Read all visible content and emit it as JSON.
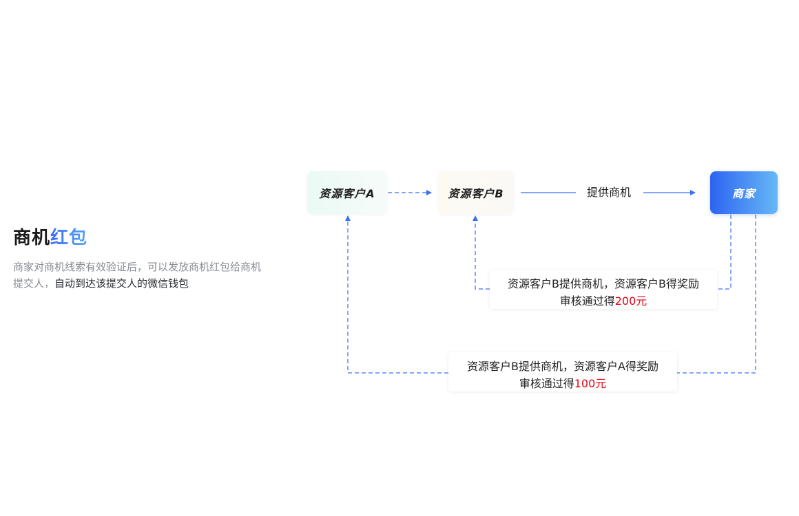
{
  "intro": {
    "title_main": "商机",
    "title_accent": "红包",
    "desc_line": "商家对商机线索有效验证后，可以发放商机红包给商机提交人，",
    "desc_strong": "自动到达该提交人的微信钱包"
  },
  "nodes": {
    "customer_a": "资源客户A",
    "customer_b": "资源客户B",
    "merchant": "商家"
  },
  "flow_label": "提供商机",
  "rewards": {
    "b": {
      "line1": "资源客户B提供商机，资源客户B得奖励",
      "line2_prefix": "审核通过得",
      "amount": "200元"
    },
    "a": {
      "line1": "资源客户B提供商机，资源客户A得奖励",
      "line2_prefix": "审核通过得",
      "amount": "100元"
    }
  },
  "colors": {
    "line_blue": "#3b6ff5",
    "amount_red": "#e60012",
    "merchant_gradient_start": "#2d64f0",
    "merchant_gradient_end": "#66b8f6"
  }
}
